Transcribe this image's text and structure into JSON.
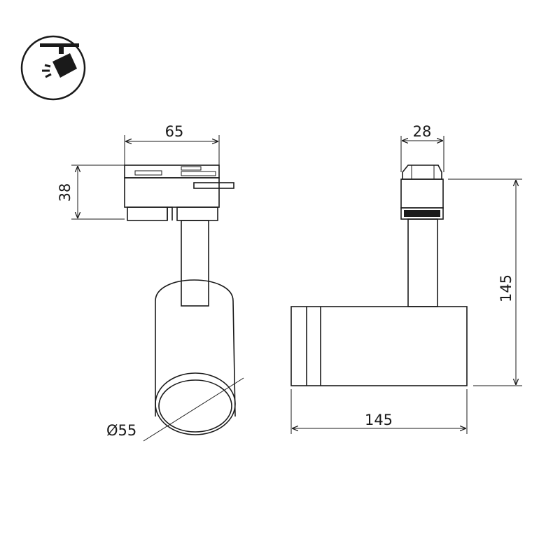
{
  "icon": {
    "name": "track-spotlight-icon",
    "colors": {
      "circle_stroke": "#1a1a1a",
      "fill": "#1a1a1a"
    }
  },
  "front_view": {
    "width_label": "65",
    "height_label": "38",
    "diameter_label": "Ø55"
  },
  "side_view": {
    "depth_label": "28",
    "height_label": "145",
    "length_label": "145"
  },
  "colors": {
    "line": "#1a1a1a",
    "background": "#ffffff"
  }
}
